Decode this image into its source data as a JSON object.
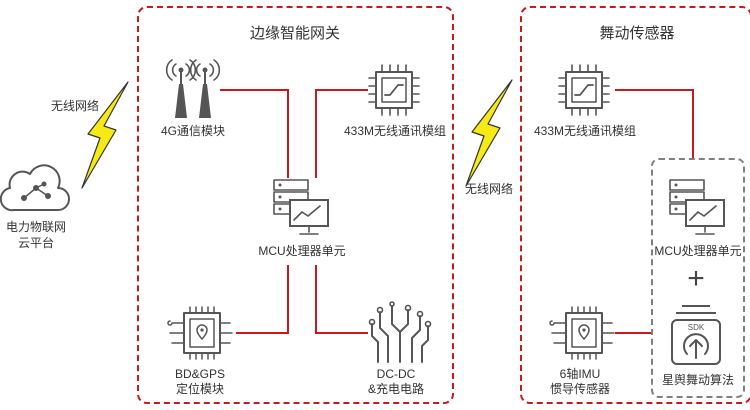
{
  "cloud": {
    "label_line1": "电力物联网",
    "label_line2": "云平台"
  },
  "links": {
    "left_wireless": "无线网络",
    "middle_wireless": "无线网络"
  },
  "gateway": {
    "title": "边缘智能网关",
    "module_4g": "4G通信模块",
    "module_433m": "433M无线通讯模组",
    "mcu": "MCU处理器单元",
    "gps_line1": "BD&GPS",
    "gps_line2": "定位模块",
    "dcdc_line1": "DC-DC",
    "dcdc_line2": "&充电电路"
  },
  "sensor": {
    "title": "舞动传感器",
    "module_433m": "433M无线通讯模组",
    "mcu": "MCU处理器单元",
    "plus": "+",
    "sdk_badge": "SDK",
    "algorithm": "星舆舞动算法",
    "imu_line1": "6轴IMU",
    "imu_line2": "惯导传感器"
  },
  "colors": {
    "accent": "#c8191e",
    "icon": "#555555",
    "lightning": "#f5ea14",
    "subframe": "#808080"
  },
  "icons": [
    "cloud-icon",
    "lightning-icon",
    "antenna-icon",
    "chip-switch-icon",
    "server-monitor-icon",
    "gps-chip-icon",
    "circuit-icon",
    "sdk-icon"
  ]
}
